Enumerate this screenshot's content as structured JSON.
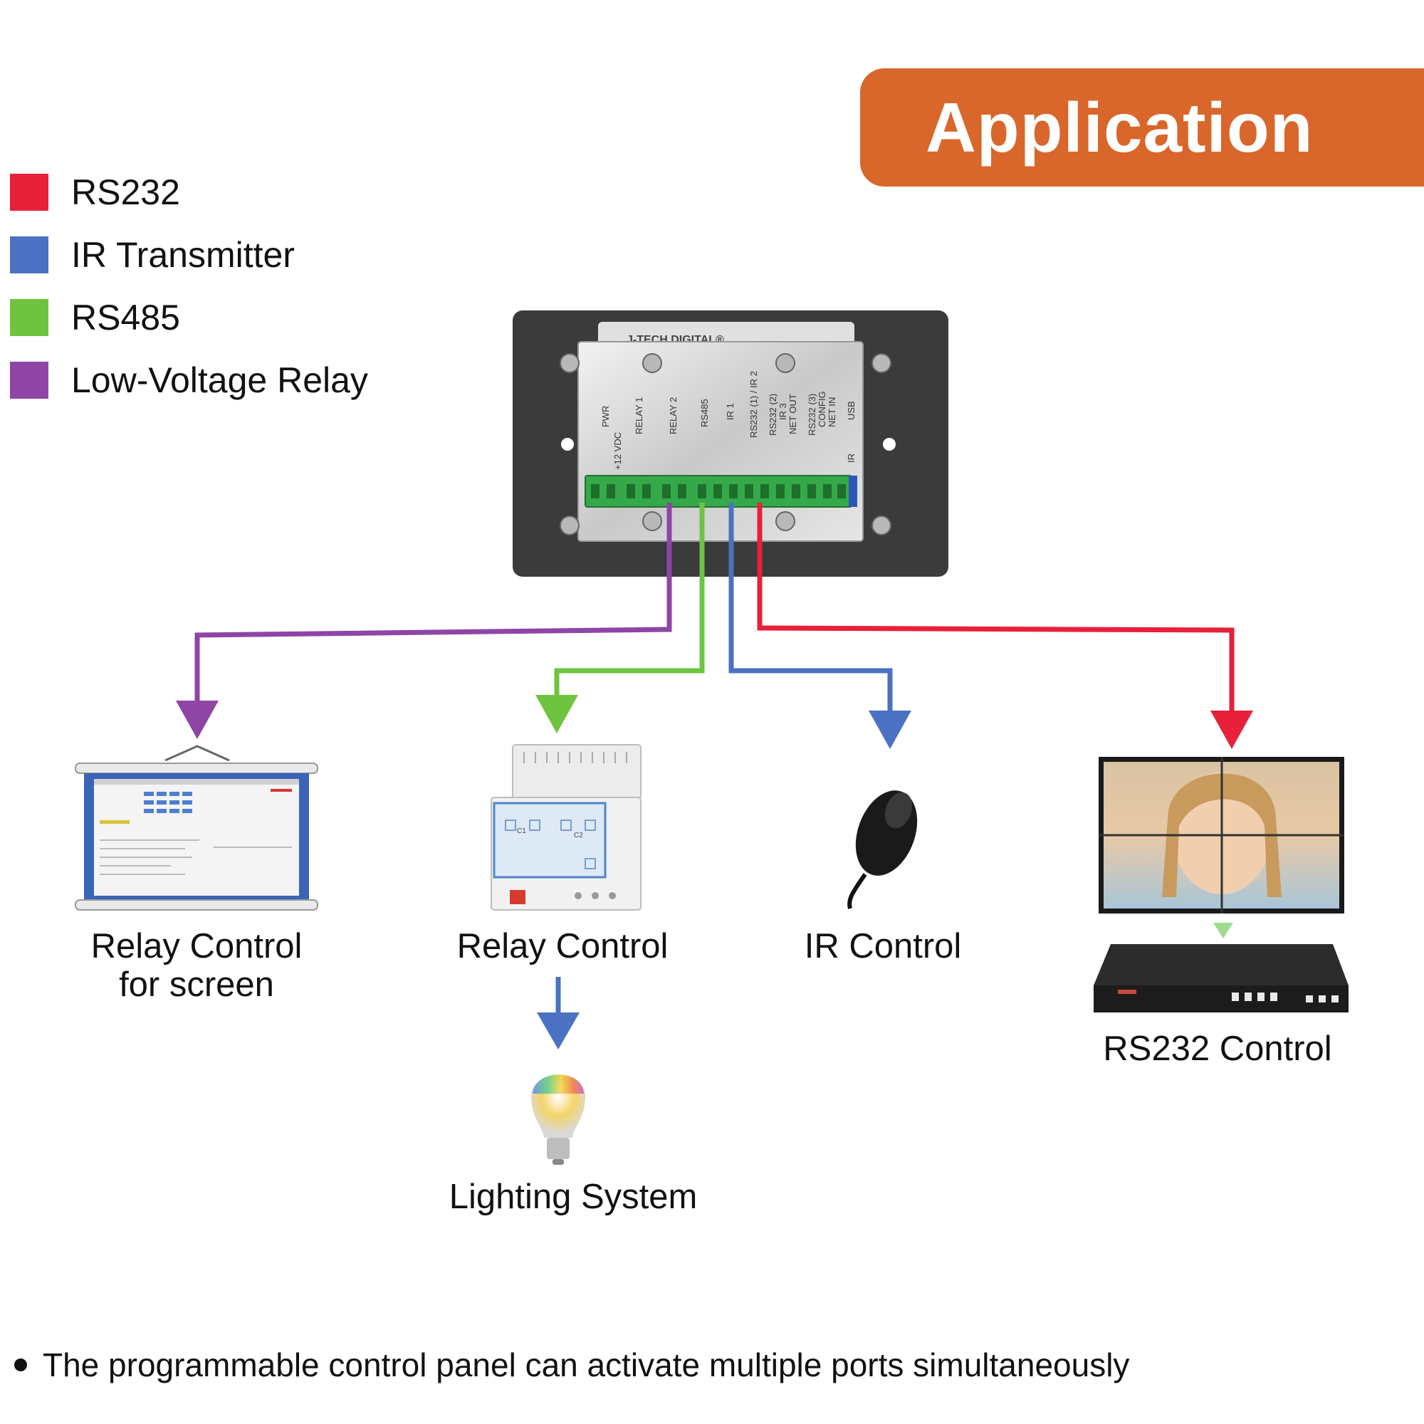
{
  "title": "Application",
  "legend": [
    {
      "label": "RS232",
      "color": "#e8203a"
    },
    {
      "label": "IR Transmitter",
      "color": "#4b72c2"
    },
    {
      "label": "RS485",
      "color": "#6fc43f"
    },
    {
      "label": "Low-Voltage Relay",
      "color": "#8e45a6"
    }
  ],
  "device": {
    "brand": "J-TECH DIGITAL®",
    "ports": [
      "PWR",
      "+12 VDC",
      "RELAY 1",
      "RELAY 2",
      "RS485",
      "IR 1",
      "RS232 (1) / IR 2",
      "RS232 (2)",
      "IR 3",
      "NET OUT",
      "RS232 (3)",
      "CONFIG",
      "NET IN",
      "USB",
      "IR"
    ]
  },
  "targets": {
    "screen_line1": "Relay Control",
    "screen_line2": "for screen",
    "relay": "Relay Control",
    "ir": "IR Control",
    "rs232": "RS232 Control",
    "lighting": "Lighting System"
  },
  "relay_module": {
    "c1": "C1",
    "c2": "C2"
  },
  "footnote": "The programmable control panel can activate multiple ports simultaneously"
}
